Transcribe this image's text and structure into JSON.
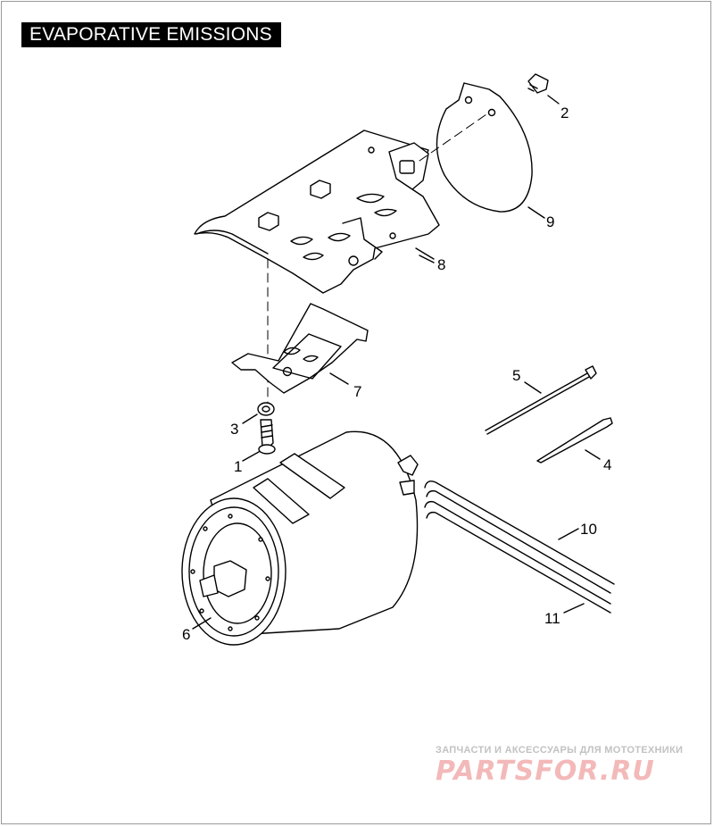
{
  "title": "EVAPORATIVE EMISSIONS",
  "callouts": [
    {
      "id": "1",
      "label": "1"
    },
    {
      "id": "2",
      "label": "2"
    },
    {
      "id": "3",
      "label": "3"
    },
    {
      "id": "4",
      "label": "4"
    },
    {
      "id": "5",
      "label": "5"
    },
    {
      "id": "6",
      "label": "6"
    },
    {
      "id": "7",
      "label": "7"
    },
    {
      "id": "8",
      "label": "8"
    },
    {
      "id": "9",
      "label": "9"
    },
    {
      "id": "10",
      "label": "10"
    },
    {
      "id": "11",
      "label": "11"
    }
  ],
  "watermark": {
    "caption": "ЗАПЧАСТИ И АКСЕССУАРЫ ДЛЯ МОТОТЕХНИКИ",
    "logo": "PARTSFOR.RU"
  },
  "colors": {
    "line": "#000000",
    "title_bg": "#000000",
    "title_fg": "#ffffff",
    "watermark_logo": "#f3b9b9",
    "watermark_caption": "#c2c2c2"
  }
}
